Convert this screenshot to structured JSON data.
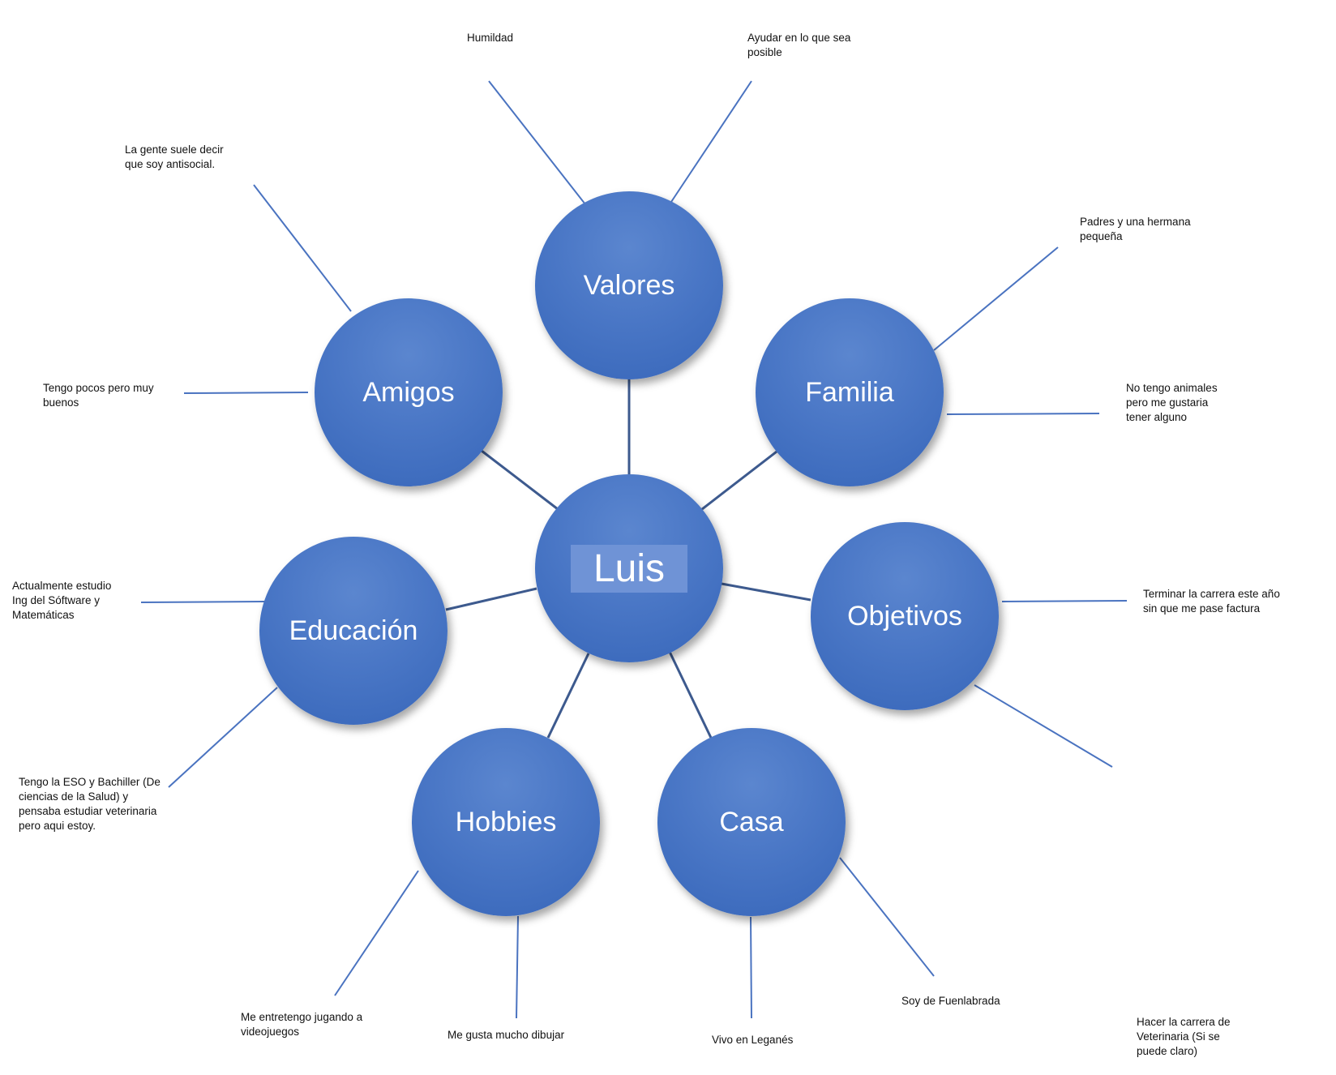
{
  "center": {
    "label": "Luis"
  },
  "nodes": {
    "valores": "Valores",
    "familia": "Familia",
    "objetivos": "Objetivos",
    "casa": "Casa",
    "hobbies": "Hobbies",
    "educacion": "Educación",
    "amigos": "Amigos"
  },
  "notes": {
    "humildad": "Humildad",
    "ayudar": "Ayudar en lo que sea\nposible",
    "antisocial": "La gente suele decir\nque soy antisocial.",
    "padres": "Padres y una hermana\npequeña",
    "animales": "No tengo animales\npero me gustaria\ntener alguno",
    "pocos": "Tengo pocos pero muy\nbuenos",
    "estudio": "Actualmente estudio\nIng del Sóftware y\nMatemáticas",
    "carrera": "Terminar la carrera este año\nsin que me pase factura",
    "eso": "Tengo la ESO y Bachiller (De\nciencias de la Salud) y\npensaba estudiar veterinaria\npero aqui estoy.",
    "videojuegos": "Me entretengo jugando a\nvideojuegos",
    "dibujar": "Me gusta mucho dibujar",
    "leganes": "Vivo en Leganés",
    "fuenlabrada": "Soy de Fuenlabrada",
    "veterinaria": "Hacer la carrera de\nVeterinaria (Si se\npuede claro)"
  },
  "colors": {
    "node": "#4a77c6",
    "connector": "#4a73c0",
    "hub": "#3d5a8e"
  }
}
